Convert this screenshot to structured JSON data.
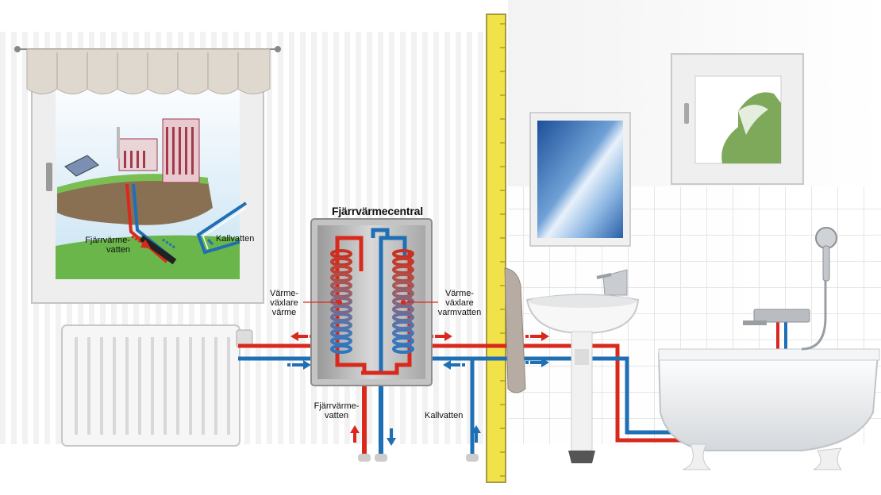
{
  "diagram": {
    "title": "Fjärrvärmecentral",
    "labels": {
      "district_heating_window": "Fjärrvärme-\nvatten",
      "cold_water_window": "Kallvatten",
      "exchanger_heating": "Värme-\nväxlare\nvärme",
      "exchanger_hot_water": "Värme-\nväxlare\nvarmvatten",
      "district_heating_bottom": "Fjärrvärme-\nvatten",
      "cold_water_bottom": "Kallvatten"
    },
    "colors": {
      "hot_pipe": "#d9291c",
      "cold_pipe": "#1f6fb5",
      "wall_stud": "#f2e24a",
      "unit_box": "#b9b9b9"
    }
  }
}
